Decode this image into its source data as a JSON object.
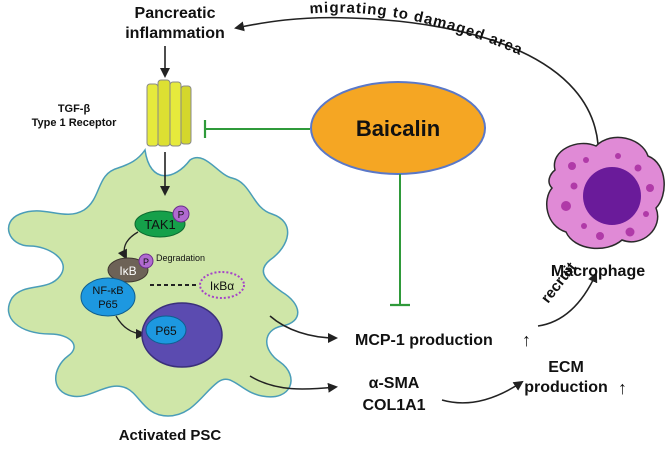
{
  "title_lines": [
    "Pancreatic",
    "inflammation"
  ],
  "receptor_lines": [
    "TGF-β",
    "Type 1 Receptor"
  ],
  "baicalin": "Baicalin",
  "migrating": "migrating to damaged area",
  "macrophage": "Macrophage",
  "recruit": "recruit",
  "mcp1": "MCP-1 production",
  "asma": "α-SMA",
  "col1a1": "COL1A1",
  "ecm_lines": [
    "ECM",
    "production"
  ],
  "activated_psc": "Activated PSC",
  "tak1": "TAK1",
  "phospho": "P",
  "ikb": "IκB",
  "ikba": "IκBα",
  "degradation": "Degradation",
  "nfkb": "NF-κB",
  "p65": "P65",
  "up_arrow": "↑",
  "colors": {
    "cell_fill": "#cfe6a8",
    "cell_stroke": "#4a9db8",
    "receptor": "#e6ea3c",
    "baicalin_fill": "#f5a623",
    "baicalin_stroke": "#5a78c8",
    "inhibit": "#2f9a3a",
    "tak1": "#15a04a",
    "phospho": "#8e44ad",
    "ikb": "#6d6257",
    "nfkb": "#1d98e0",
    "nucleus": "#5b4bb0",
    "macrophage": "#e08ad6",
    "macro_nucleus": "#6a1b9a"
  }
}
